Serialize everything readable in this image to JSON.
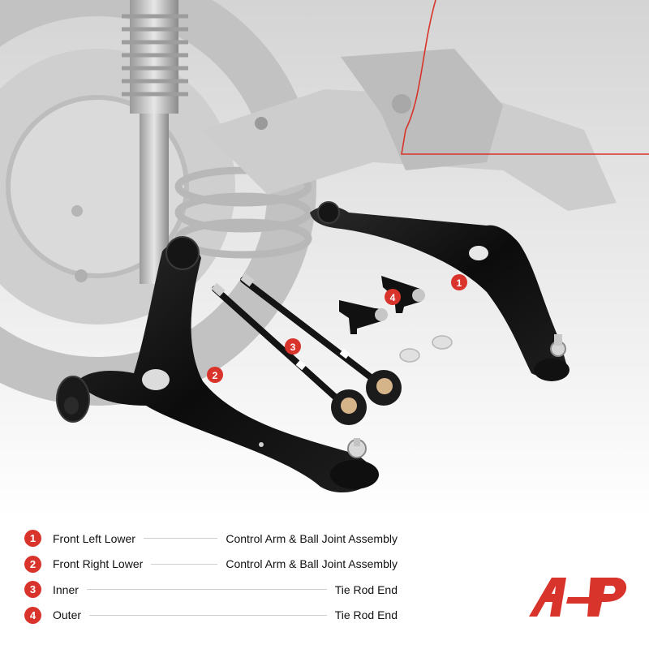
{
  "callouts": [
    "1",
    "2",
    "3",
    "4"
  ],
  "legend": [
    {
      "num": "1",
      "part": "Front Left Lower",
      "desc": "Control Arm & Ball Joint Assembly"
    },
    {
      "num": "2",
      "part": "Front Right Lower",
      "desc": "Control Arm & Ball Joint Assembly"
    },
    {
      "num": "3",
      "part": "Inner",
      "desc": "Tie Rod End"
    },
    {
      "num": "4",
      "part": "Outer",
      "desc": "Tie Rod End"
    }
  ],
  "colors": {
    "accent": "#d9342b",
    "part": "#111111",
    "background": "#ffffff"
  },
  "icons": {
    "logo": "a-premium-logo"
  }
}
